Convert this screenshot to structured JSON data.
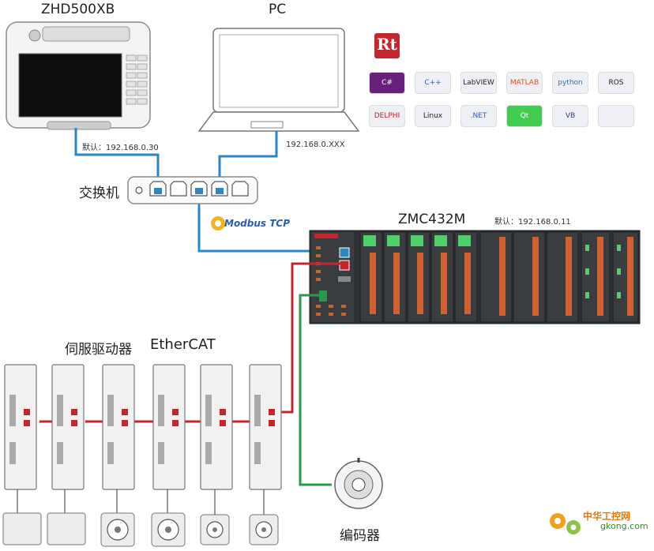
{
  "devices": {
    "hmi_name": "ZHD500XB",
    "hmi_ip": "默认：192.168.0.30",
    "pc_name": "PC",
    "pc_ip": "192.168.0.XXX",
    "switch_label": "交换机",
    "controller_name": "ZMC432M",
    "controller_ip": "默认：192.168.0.11",
    "servo_label": "伺服驱动器",
    "encoder_label": "编码器",
    "modbus_label": "Modbus TCP",
    "ethercat_label": "EtherCAT"
  },
  "software": {
    "rt_logo": "Rt",
    "tiles": [
      {
        "name": "csharp",
        "text": "C#",
        "bg": "#68217a",
        "fg": "#ffffff"
      },
      {
        "name": "cpp",
        "text": "C++",
        "bg": "#eef0f6",
        "fg": "#3b5ba5"
      },
      {
        "name": "labview",
        "text": "LabVIEW",
        "bg": "#eef0f6",
        "fg": "#222222"
      },
      {
        "name": "matlab",
        "text": "MATLAB",
        "bg": "#eef0f6",
        "fg": "#d9531e"
      },
      {
        "name": "python",
        "text": "python",
        "bg": "#eef0f6",
        "fg": "#3b6fa0"
      },
      {
        "name": "ros",
        "text": "ROS",
        "bg": "#eef0f6",
        "fg": "#222222"
      },
      {
        "name": "delphi",
        "text": "DELPHI",
        "bg": "#eef0f6",
        "fg": "#c8171e"
      },
      {
        "name": "linux",
        "text": "Linux",
        "bg": "#eef0f6",
        "fg": "#222222"
      },
      {
        "name": "dotnet",
        "text": ".NET",
        "bg": "#eef0f6",
        "fg": "#2b5fb4"
      },
      {
        "name": "qt",
        "text": "Qt",
        "bg": "#41cd52",
        "fg": "#ffffff"
      },
      {
        "name": "vb",
        "text": "VB",
        "bg": "#eef0f6",
        "fg": "#2a3f8a"
      },
      {
        "name": "apple",
        "text": "",
        "bg": "#eef0f6",
        "fg": "#999999"
      }
    ]
  },
  "watermark": {
    "title": "中华工控网",
    "url": "gkong.com"
  },
  "colors": {
    "ethernet": "#2c86c2",
    "ethercat": "#c4262e",
    "encoder": "#2a9a48",
    "device_gray": "#2f3235"
  }
}
